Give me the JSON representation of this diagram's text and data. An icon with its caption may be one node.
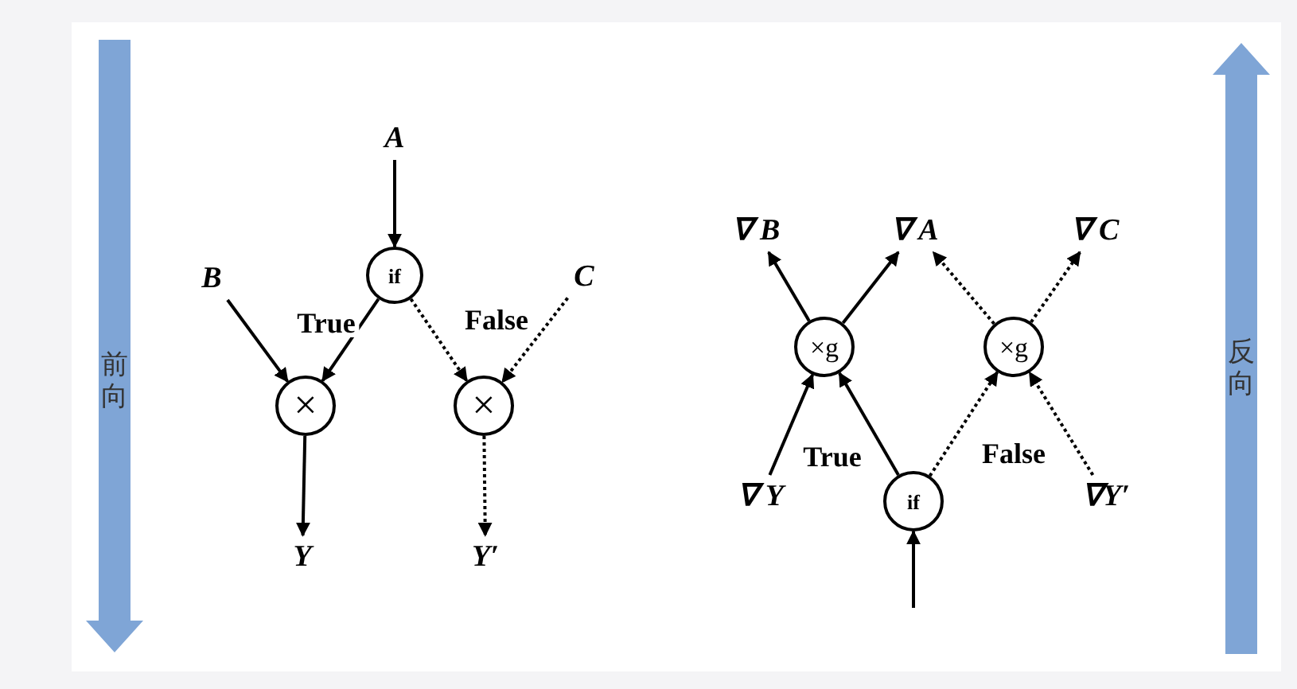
{
  "diagram": {
    "nodes": [
      {
        "text": [
          "A"
        ]
      },
      {
        "text": [
          "if"
        ]
      },
      {
        "text": [
          "B"
        ]
      },
      {
        "text": [
          "C"
        ]
      },
      {
        "text": [
          "×"
        ]
      },
      {
        "text": [
          "×"
        ]
      },
      {
        "text": [
          "Y"
        ]
      },
      {
        "text": [
          "Y′"
        ]
      },
      {
        "text": [
          "∇ B"
        ]
      },
      {
        "text": [
          "∇ A"
        ]
      },
      {
        "text": [
          "∇ C"
        ]
      },
      {
        "text": [
          "×g"
        ]
      },
      {
        "text": [
          "×g"
        ]
      },
      {
        "text": [
          "∇ Y"
        ]
      },
      {
        "text": [
          "if"
        ]
      },
      {
        "text": [
          "∇Y′"
        ]
      }
    ],
    "edges": [
      {
        "from": 0,
        "to": 1,
        "arrow": "to"
      },
      {
        "from": 2,
        "to": 4,
        "arrow": "to"
      },
      {
        "from": 1,
        "to": 4,
        "arrow": "to",
        "label": "True"
      },
      {
        "from": 1,
        "to": 5,
        "arrow": "to",
        "label": "False",
        "style": "dashed"
      },
      {
        "from": 3,
        "to": 5,
        "arrow": "to",
        "style": "dashed"
      },
      {
        "from": 4,
        "to": 6,
        "arrow": "to"
      },
      {
        "from": 5,
        "to": 7,
        "arrow": "to",
        "style": "dashed"
      },
      {
        "from": 11,
        "to": 8,
        "arrow": "to"
      },
      {
        "from": 11,
        "to": 9,
        "arrow": "to"
      },
      {
        "from": 12,
        "to": 9,
        "arrow": "to",
        "style": "dashed"
      },
      {
        "from": 12,
        "to": 10,
        "arrow": "to",
        "style": "dashed"
      },
      {
        "from": 13,
        "to": 11,
        "arrow": "to"
      },
      {
        "from": 14,
        "to": 11,
        "arrow": "to",
        "label": "True"
      },
      {
        "from": 14,
        "to": 12,
        "arrow": "to",
        "label": "False",
        "style": "dashed"
      },
      {
        "from": 15,
        "to": 12,
        "arrow": "to",
        "style": "dashed"
      },
      {
        "from": null,
        "to": 14,
        "arrow": "to"
      }
    ],
    "labels": [
      "前向",
      "反向"
    ]
  }
}
